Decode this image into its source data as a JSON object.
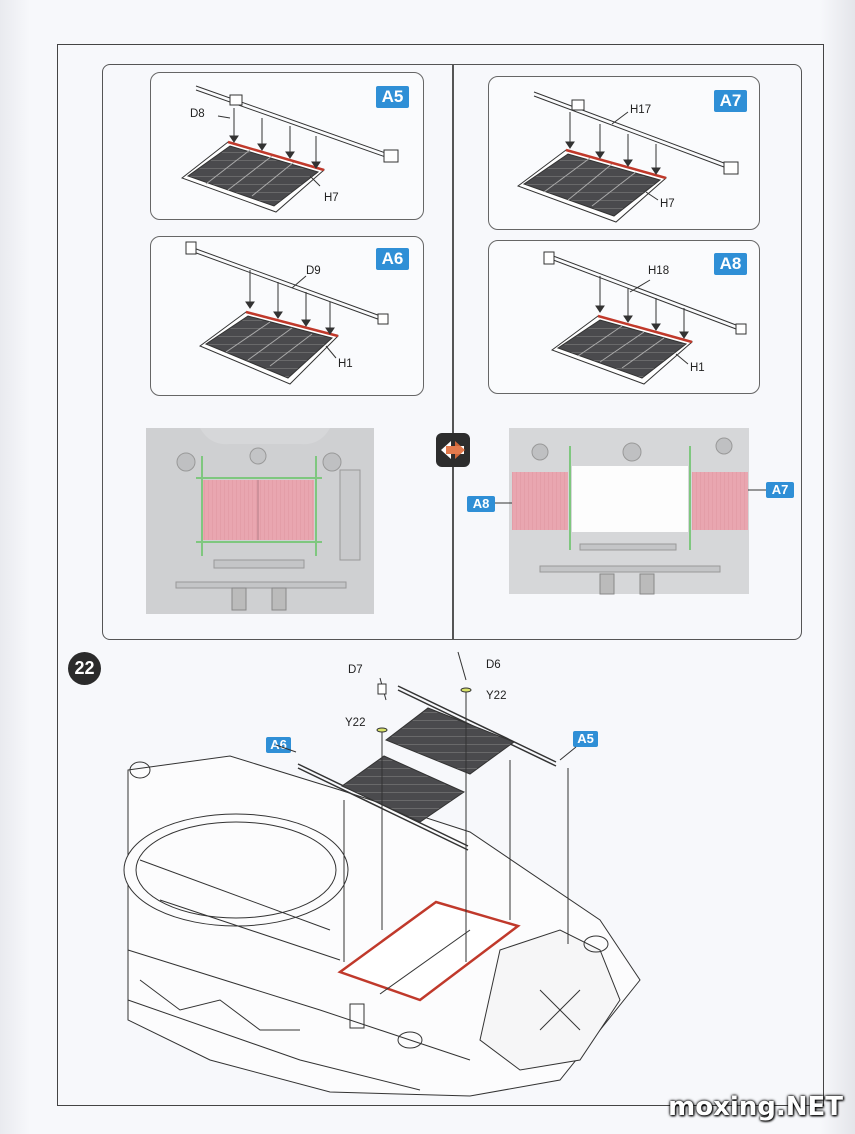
{
  "step_number": "22",
  "panels": {
    "a5": {
      "badge": "A5",
      "part_top": "D8",
      "part_bottom": "H7"
    },
    "a7": {
      "badge": "A7",
      "part_top": "H17",
      "part_bottom": "H7"
    },
    "a6": {
      "badge": "A6",
      "part_top": "D9",
      "part_bottom": "H1"
    },
    "a8": {
      "badge": "A8",
      "part_top": "H18",
      "part_bottom": "H1"
    }
  },
  "photo_labels": {
    "left": "A8",
    "right": "A7"
  },
  "main_diagram": {
    "badge_a6": "A6",
    "badge_a5": "A5",
    "d7": "D7",
    "d6": "D6",
    "y22_left": "Y22",
    "y22_right": "Y22"
  },
  "watermark": "moxing.NET",
  "colors": {
    "badge": "#2f8fd6",
    "highlight": "#e9a6b0",
    "red_edge": "#c0392b",
    "green_edge": "#7fc77f"
  }
}
